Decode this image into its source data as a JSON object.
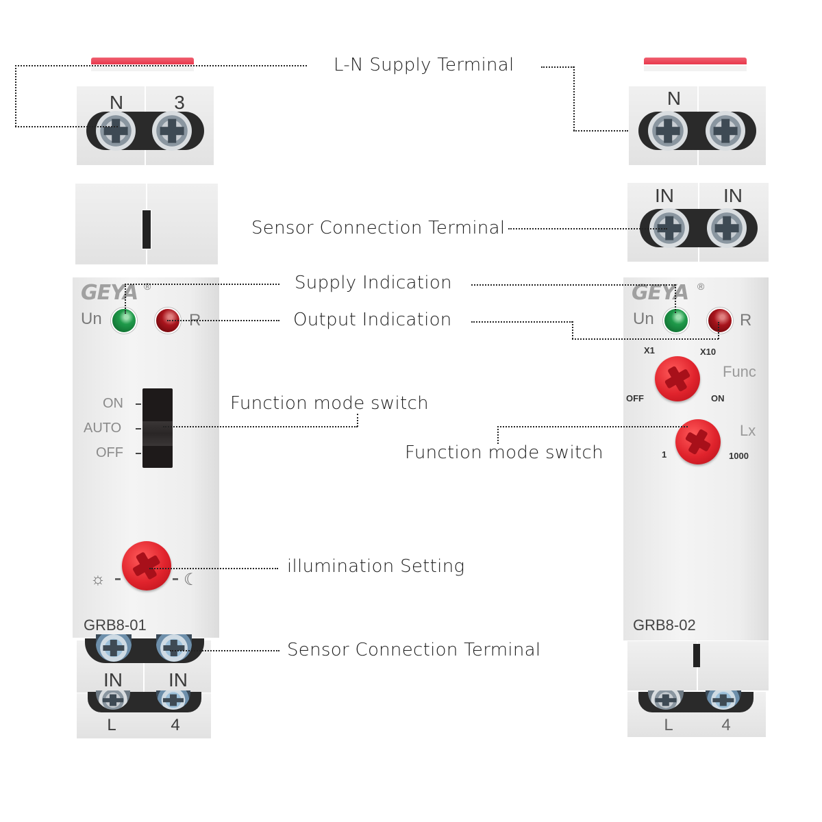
{
  "callouts": {
    "ln_supply_terminal": "L-N Supply Terminal",
    "sensor_connection_terminal_top": "Sensor Connection Terminal",
    "supply_indication": "Supply Indication",
    "output_indication": "Output Indication",
    "function_mode_switch_left": "Function mode switch",
    "function_mode_switch_right": "Function mode switch",
    "illumination_setting": "illumination Setting",
    "sensor_connection_terminal_bottom": "Sensor Connection Terminal"
  },
  "device_left": {
    "model": "GRB8-01",
    "brand": "GEYA",
    "registered": "®",
    "top_terminals": [
      "N",
      "3"
    ],
    "bottom_terminals_upper": [
      "IN",
      "IN"
    ],
    "bottom_terminals_lower": [
      "L",
      "4"
    ],
    "led_supply_label": "Un",
    "led_output_label": "R",
    "switch_positions": [
      "ON",
      "AUTO",
      "OFF"
    ],
    "switch_selected": "AUTO",
    "illumination_icons": [
      "sun-icon",
      "moon-icon"
    ]
  },
  "device_right": {
    "model": "GRB8-02",
    "brand": "GEYA",
    "registered": "®",
    "top_terminals": [
      "N",
      ""
    ],
    "sensor_terminals": [
      "IN",
      "IN"
    ],
    "bottom_terminals": [
      "L",
      "4"
    ],
    "led_supply_label": "Un",
    "led_output_label": "R",
    "func_knob": {
      "label": "Func",
      "positions": [
        "X1",
        "X10",
        "OFF",
        "ON"
      ]
    },
    "lx_knob": {
      "label": "Lx",
      "min": "1",
      "max": "1000"
    }
  }
}
